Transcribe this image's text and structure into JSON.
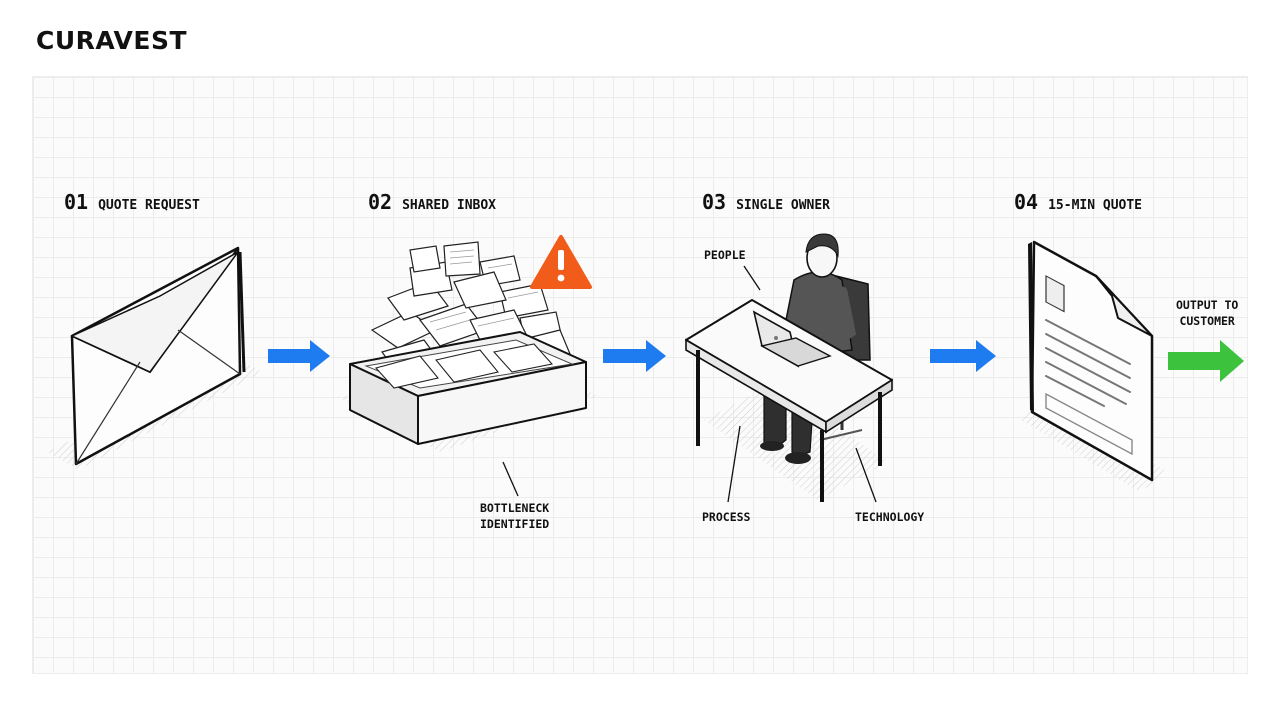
{
  "brand": "CURAVEST",
  "steps": [
    {
      "num": "01",
      "label": "QUOTE REQUEST"
    },
    {
      "num": "02",
      "label": "SHARED INBOX"
    },
    {
      "num": "03",
      "label": "SINGLE OWNER"
    },
    {
      "num": "04",
      "label": "15-MIN QUOTE"
    }
  ],
  "callouts": {
    "bottleneck_line1": "BOTTLENECK",
    "bottleneck_line2": "IDENTIFIED",
    "people": "PEOPLE",
    "process": "PROCESS",
    "technology": "TECHNOLOGY",
    "output_line1": "OUTPUT TO",
    "output_line2": "CUSTOMER"
  },
  "icons": [
    "envelope-icon",
    "inbox-tray-icon",
    "warning-icon",
    "person-at-desk-icon",
    "laptop-icon",
    "document-icon",
    "arrow-right-icon"
  ],
  "colors": {
    "flow_arrow": "#1e7bf0",
    "output_arrow": "#3cc23c",
    "warning": "#f25c1a"
  }
}
